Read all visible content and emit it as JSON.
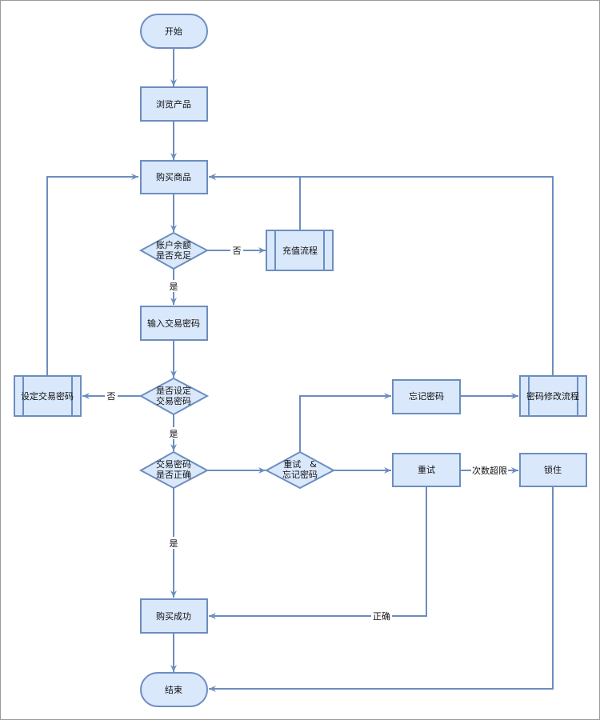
{
  "nodes": {
    "start": "开始",
    "browse": "浏览产品",
    "buy": "购买商品",
    "balance_1": "账户余额",
    "balance_2": "是否充足",
    "recharge": "充值流程",
    "input_pwd": "输入交易密码",
    "set_pwd": "设定交易密码",
    "has_pwd_1": "是否设定",
    "has_pwd_2": "交易密码",
    "correct_1": "交易密码",
    "correct_2": "是否正确",
    "retry_forgot_1": "重试　&",
    "retry_forgot_2": "忘记密码",
    "forgot": "忘记密码",
    "modify": "密码修改流程",
    "retry": "重试",
    "lock": "锁住",
    "success": "购买成功",
    "end": "结束"
  },
  "edges": {
    "no_recharge": "否",
    "yes_balance": "是",
    "no_set": "否",
    "yes_set": "是",
    "yes_correct": "是",
    "retry_limit": "次数超限",
    "retry_correct": "正确"
  },
  "colors": {
    "fill": "#dae8fc",
    "stroke": "#6c8ebf"
  }
}
